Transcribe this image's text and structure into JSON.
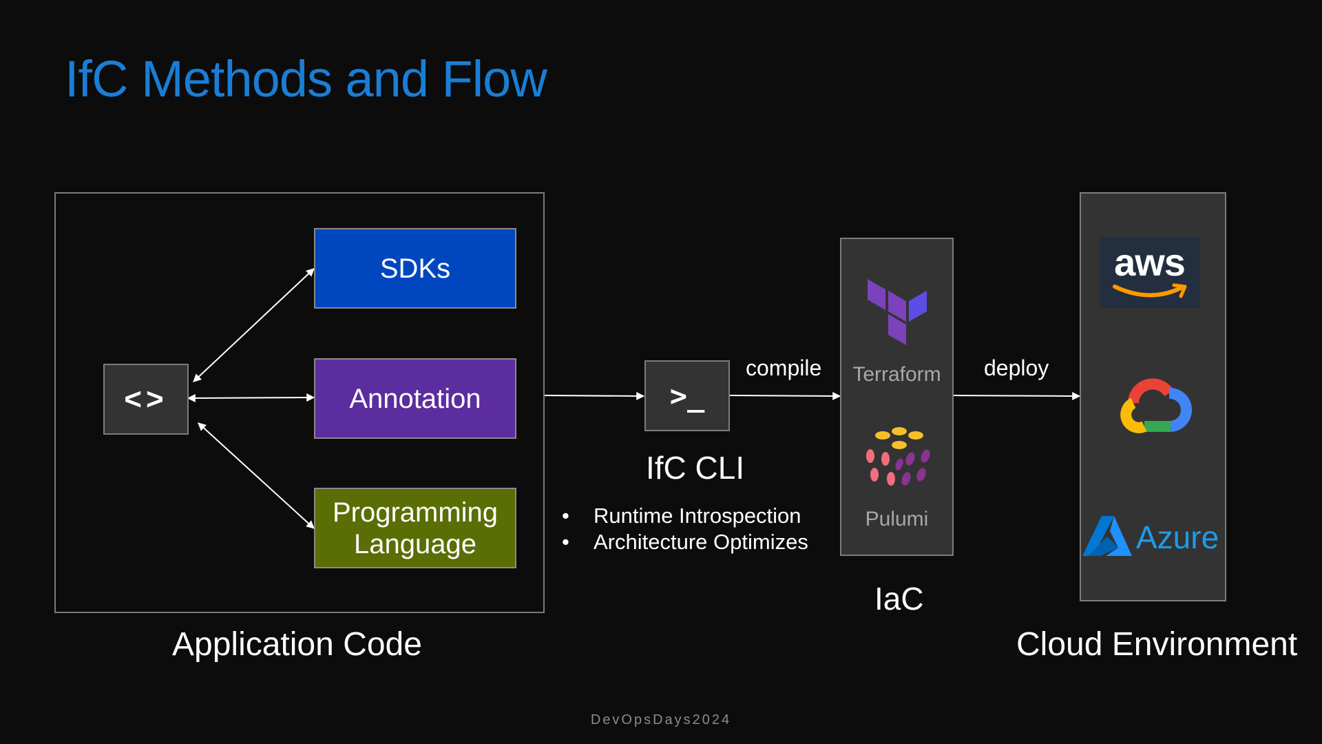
{
  "slide": {
    "title": "IfC Methods and Flow",
    "footer": "DevOpsDays2024"
  },
  "application_code": {
    "caption": "Application Code",
    "code_icon_text": "<>",
    "methods": [
      {
        "label": "SDKs",
        "color": "#0047bf"
      },
      {
        "label": "Annotation",
        "color": "#5c2d9e"
      },
      {
        "label": "Programming Language",
        "color": "#5a6e05"
      }
    ]
  },
  "ifc_cli": {
    "icon_text": ">_",
    "caption": "IfC CLI",
    "bullets": [
      "Runtime Introspection",
      "Architecture Optimizes"
    ]
  },
  "edges": {
    "compile": "compile",
    "deploy": "deploy"
  },
  "iac": {
    "caption": "IaC",
    "tools": [
      {
        "name": "Terraform",
        "icon": "terraform-logo-icon",
        "color": "#7b42bc"
      },
      {
        "name": "Pulumi",
        "icon": "pulumi-logo-icon",
        "color": "#f7bf2a"
      }
    ]
  },
  "cloud": {
    "caption": "Cloud Environment",
    "providers": [
      {
        "name": "aws",
        "icon": "aws-logo-icon",
        "color": "#ff9900"
      },
      {
        "name": "google-cloud",
        "icon": "google-cloud-logo-icon",
        "color": "#4285f4"
      },
      {
        "name": "Azure",
        "icon": "azure-logo-icon",
        "color": "#0089d6"
      }
    ]
  }
}
